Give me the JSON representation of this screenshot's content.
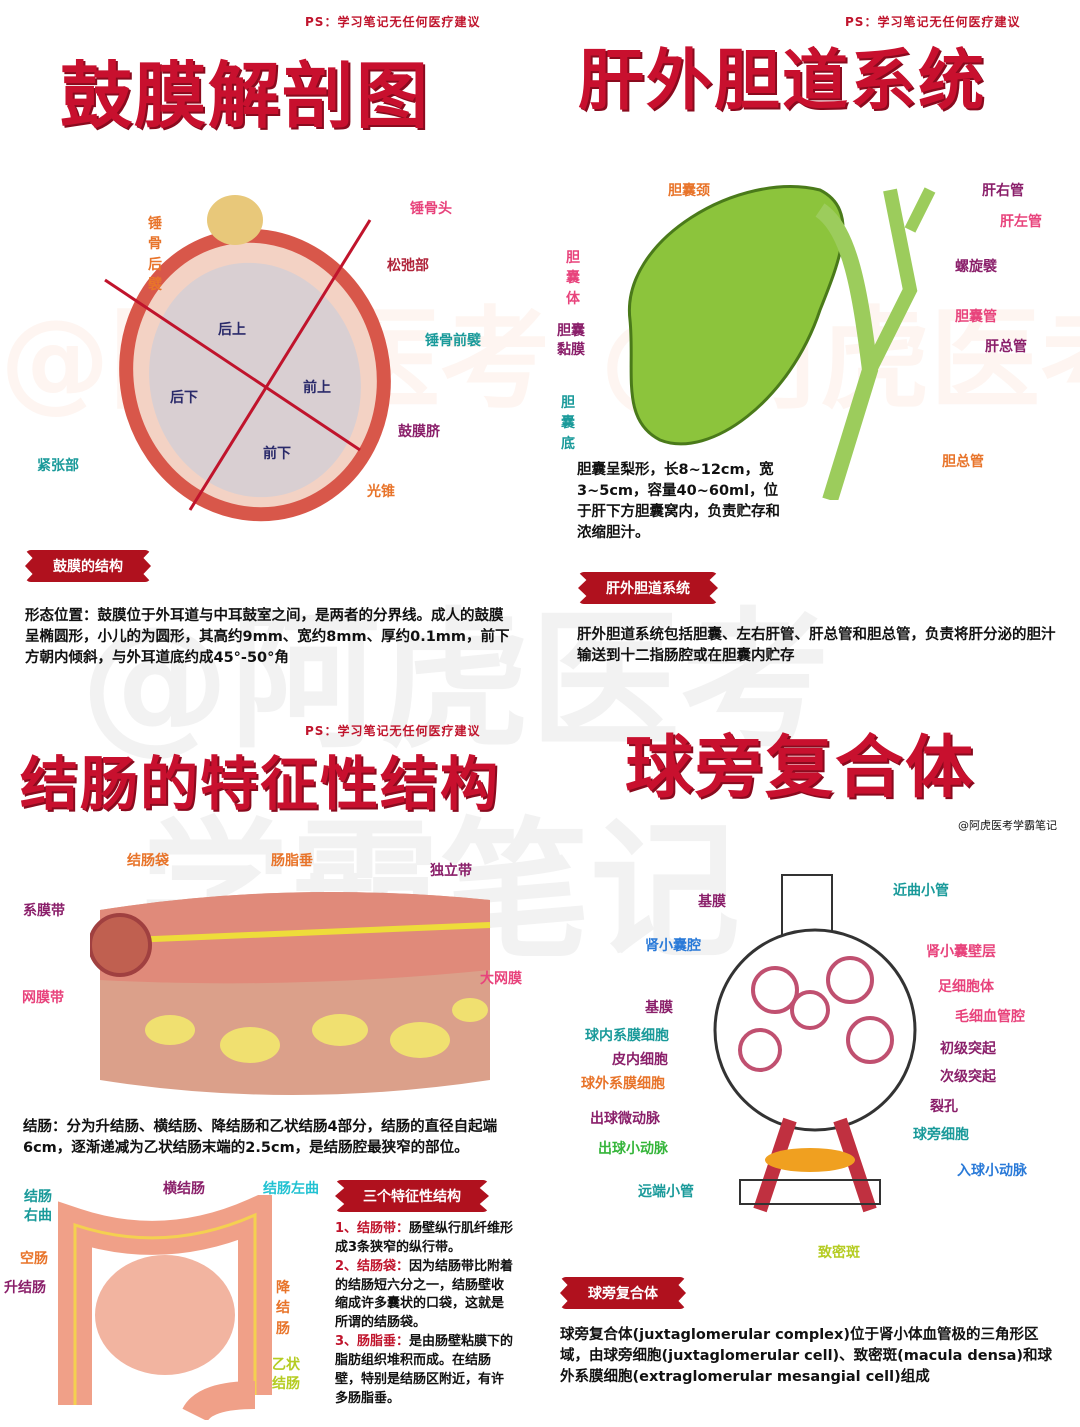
{
  "ps_note": "PS：学习笔记无任何医疗建议",
  "watermark": {
    "line1": "@阿虎医考",
    "line2": "学霸笔记"
  },
  "credit": "@阿虎医考学霸笔记",
  "p1": {
    "title": "鼓膜解剖图",
    "labels": {
      "malleus_post_fold": "锤骨后襞",
      "malleus_head": "锤骨头",
      "pars_flaccida": "松弛部",
      "malleus_ant_fold": "锤骨前襞",
      "umbo": "鼓膜脐",
      "cone": "光锥",
      "pars_tensa": "紧张部",
      "post_sup": "后上",
      "ant_sup": "前上",
      "post_inf": "后下",
      "ant_inf": "前下"
    },
    "section": "鼓膜的结构",
    "text": "形态位置：鼓膜位于外耳道与中耳鼓室之间，是两者的分界线。成人的鼓膜呈椭圆形，小儿的为圆形，其高约9mm、宽约8mm、厚约0.1mm，前下方朝内倾斜，与外耳道底约成45°-50°角"
  },
  "p2": {
    "title": "肝外胆道系统",
    "labels": {
      "neck": "胆囊颈",
      "right_hepatic": "肝右管",
      "left_hepatic": "肝左管",
      "spiral": "螺旋襞",
      "cystic": "胆囊管",
      "common_hepatic": "肝总管",
      "body": "胆囊体",
      "mucosa": "胆囊黏膜",
      "fundus": "胆囊底",
      "common_bile": "胆总管"
    },
    "note": "胆囊呈梨形，长8~12cm，宽3~5cm，容量40~60ml，位于肝下方胆囊窝内，负责贮存和浓缩胆汁。",
    "section": "肝外胆道系统",
    "text": "肝外胆道系统包括胆囊、左右肝管、肝总管和胆总管，负责将肝分泌的胆汁输送到十二指肠腔或在胆囊内贮存"
  },
  "p3": {
    "title": "结肠的特征性结构",
    "labels": {
      "haustra": "结肠袋",
      "appendices": "肠脂垂",
      "free_band": "独立带",
      "mesocolic": "系膜带",
      "omental": "网膜带",
      "omentum": "大网膜",
      "right_flexure": "结肠右曲",
      "transverse": "横结肠",
      "left_flexure": "结肠左曲",
      "jejunum": "空肠",
      "ascending": "升结肠",
      "descending": "降结肠",
      "sigmoid": "乙状结肠"
    },
    "text": "结肠：分为升结肠、横结肠、降结肠和乙状结肠4部分，结肠的直径自起端6cm，逐渐递减为乙状结肠末端的2.5cm，是结肠腔最狭窄的部位。",
    "section": "三个特征性结构",
    "items": [
      {
        "head": "1、结肠带：",
        "body": "肠壁纵行肌纤维形成3条狭窄的纵行带。"
      },
      {
        "head": "2、结肠袋：",
        "body": "因为结肠带比附着的结肠短六分之一，结肠壁收缩成许多囊状的口袋，这就是所谓的结肠袋。"
      },
      {
        "head": "3、肠脂垂：",
        "body": "是由肠壁粘膜下的脂肪组织堆积而成。在结肠壁，特别是结肠区附近，有许多肠脂垂。"
      }
    ]
  },
  "p4": {
    "title": "球旁复合体",
    "labels": {
      "pct": "近曲小管",
      "bm1": "基膜",
      "capsule_space": "肾小囊腔",
      "parietal": "肾小囊壁层",
      "podocyte": "足细胞体",
      "bm2": "基膜",
      "capillary": "毛细血管腔",
      "mesangial": "球内系膜细胞",
      "primary": "初级突起",
      "endo": "皮内细胞",
      "secondary": "次级突起",
      "extra_mes": "球外系膜细胞",
      "slit": "裂孔",
      "eff_micro": "出球微动脉",
      "jg_cell": "球旁细胞",
      "efferent": "出球小动脉",
      "afferent": "入球小动脉",
      "dct": "远端小管",
      "macula": "致密斑"
    },
    "section": "球旁复合体",
    "text": "球旁复合体(juxtaglomerular complex)位于肾小体血管极的三角形区域，由球旁细胞(juxtaglomerular cell)、致密斑(macula densa)和球外系膜细胞(extraglomerular mesangial cell)组成"
  }
}
